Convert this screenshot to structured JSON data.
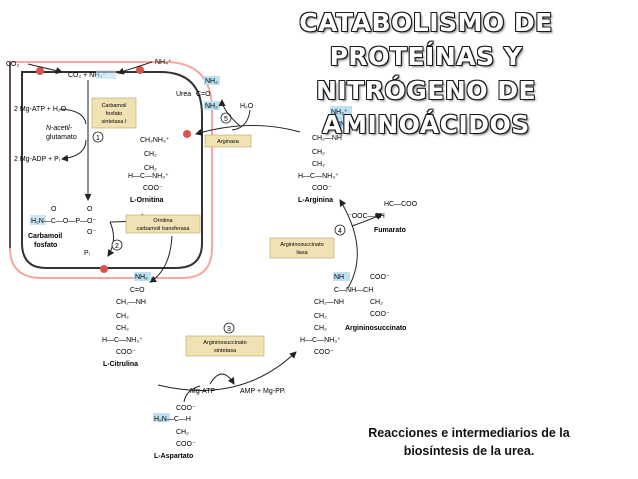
{
  "title": {
    "line1": "CATABOLISMO DE PROTEÍNAS Y",
    "line2": "NITRÓGENO DE AMINOÁCIDOS"
  },
  "caption": {
    "line1": "Reacciones e intermediarios de la",
    "line2": "biosíntesis de la urea."
  },
  "colors": {
    "enzyme_box": "#f1e2b4",
    "highlight": "#bde0f2",
    "membrane": "#f4a8a0",
    "transporter": "#d9534f"
  },
  "labels": {
    "co2_left": "CO₂",
    "co2_nh4": "CO₂ + NH₄⁺",
    "nh4_right": "NH₄⁺",
    "atp_h2o": "2 Mg-ATP + H₂O",
    "n_acetil_1": "N-acetil-",
    "n_acetil_2": "glutamato",
    "adp_pi": "2 Mg-ADP + Pᵢ",
    "carbamoil_1": "Carbamoil",
    "carbamoil_2": "fosfato",
    "pi": "Pᵢ",
    "urea": "Urea",
    "h2o": "H₂O",
    "ornitina": "L-Ornitina",
    "arginina": "L-Arginina",
    "citrulina": "L-Citrulina",
    "aspartato": "L-Aspartato",
    "fumarato": "Fumarato",
    "argininosuccinato": "Argininosuccinato",
    "mg_atp": "Mg-ATP",
    "amp_ppi": "AMP + Mg-PPᵢ"
  },
  "enzymes": {
    "e1_1": "Carbamoil",
    "e1_2": "fosfato",
    "e1_3": "sintetasa I",
    "e2_1": "Ornitina",
    "e2_2": "carbamoil transferasa",
    "e3_1": "Argininosuccinato",
    "e3_2": "sintetasa",
    "e4_1": "Argininosuccinato",
    "e4_2": "liasa",
    "e5": "Arginasa"
  },
  "steps": [
    "1",
    "2",
    "3",
    "4",
    "5"
  ]
}
